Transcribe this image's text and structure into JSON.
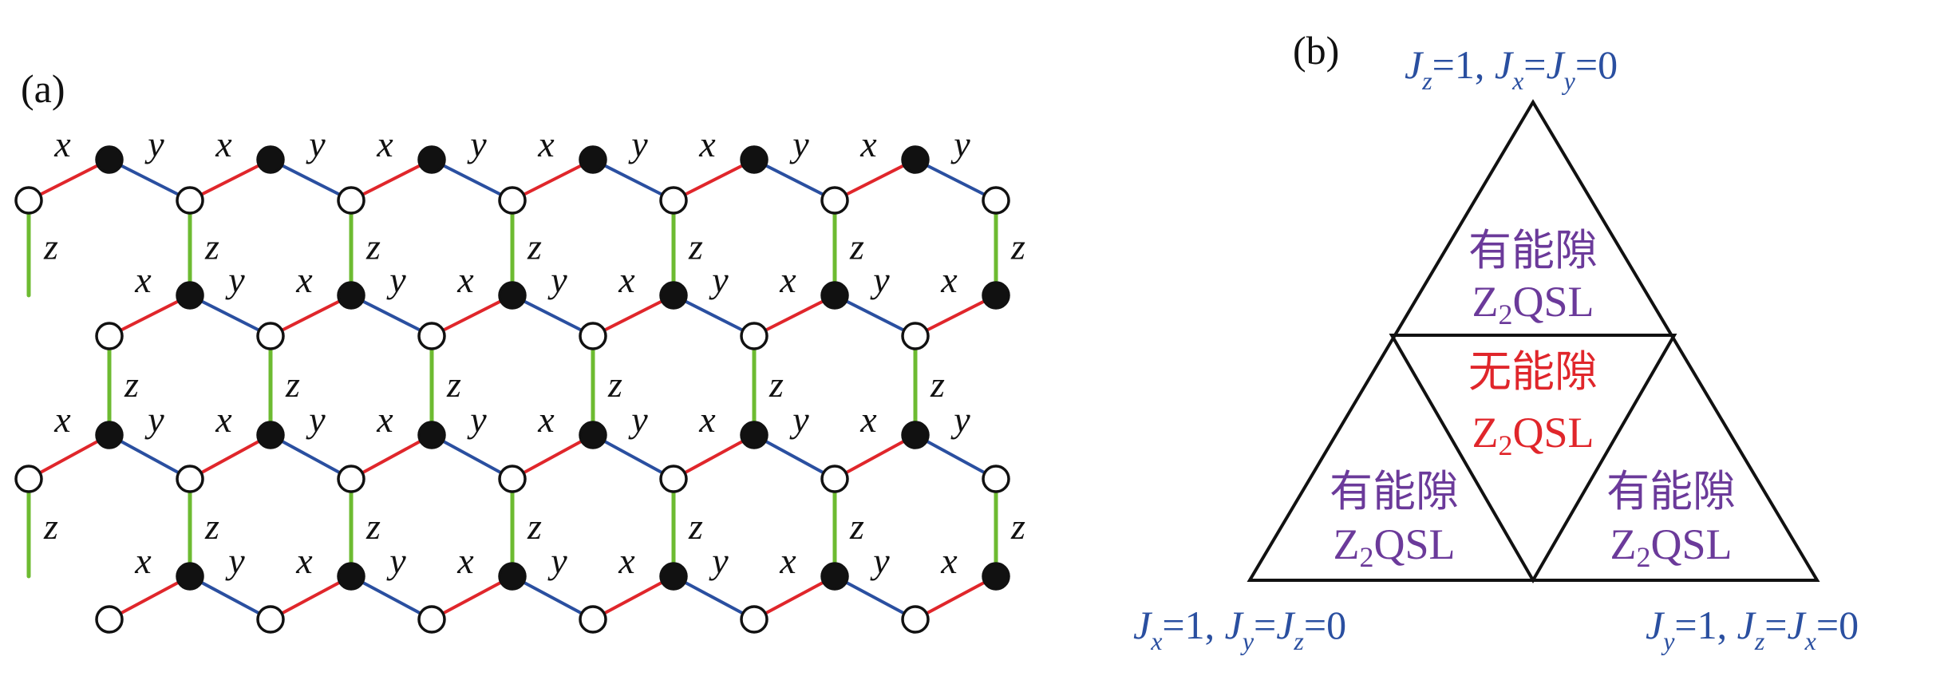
{
  "panel_a": {
    "label": "(a)",
    "bond_labels": {
      "x": "x",
      "y": "y",
      "z": "z"
    },
    "colors": {
      "x_bond": "#e0262b",
      "y_bond": "#2a4fa0",
      "z_bond": "#6dbb31",
      "site_stroke": "#111111"
    }
  },
  "panel_b": {
    "label": "(b)",
    "vertex_top": [
      {
        "t": "J"
      },
      {
        "t": "z",
        "sub": true
      },
      {
        "t": "=1, "
      },
      {
        "t": "J"
      },
      {
        "t": "x",
        "sub": true
      },
      {
        "t": "="
      },
      {
        "t": "J"
      },
      {
        "t": "y",
        "sub": true
      },
      {
        "t": "=0"
      }
    ],
    "vertex_left": [
      {
        "t": "J"
      },
      {
        "t": "x",
        "sub": true
      },
      {
        "t": "=1, "
      },
      {
        "t": "J"
      },
      {
        "t": "y",
        "sub": true
      },
      {
        "t": "="
      },
      {
        "t": "J"
      },
      {
        "t": "z",
        "sub": true
      },
      {
        "t": "=0"
      }
    ],
    "vertex_right": [
      {
        "t": "J"
      },
      {
        "t": "y",
        "sub": true
      },
      {
        "t": "=1, "
      },
      {
        "t": "J"
      },
      {
        "t": "z",
        "sub": true
      },
      {
        "t": "="
      },
      {
        "t": "J"
      },
      {
        "t": "x",
        "sub": true
      },
      {
        "t": "=0"
      }
    ],
    "region_top": {
      "line1": "有能隙",
      "z": "Z",
      "sub": "2",
      "rest": "QSL"
    },
    "region_center": {
      "line1": "无能隙",
      "z": "Z",
      "sub": "2",
      "rest": "QSL"
    },
    "region_left": {
      "line1": "有能隙",
      "z": "Z",
      "sub": "2",
      "rest": "QSL"
    },
    "region_right": {
      "line1": "有能隙",
      "z": "Z",
      "sub": "2",
      "rest": "QSL"
    },
    "colors": {
      "vertex_text": "#2a4fa0",
      "gapped_text": "#6b3a9a",
      "gapless_text": "#e0262b",
      "outline": "#111111"
    }
  }
}
